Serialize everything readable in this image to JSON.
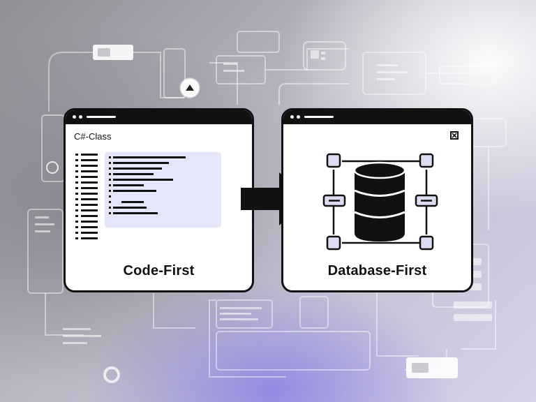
{
  "code_first": {
    "class_label": "C#-Class",
    "title": "Code-First"
  },
  "database_first": {
    "title": "Database-First"
  },
  "colors": {
    "window_border": "#111111",
    "window_bg": "#ffffff",
    "code_highlight": "#e6e6fa",
    "background_accent": "#8276e6"
  },
  "icons": {
    "transition": "arrow-right-icon",
    "database": "database-icon",
    "close": "close-icon"
  }
}
